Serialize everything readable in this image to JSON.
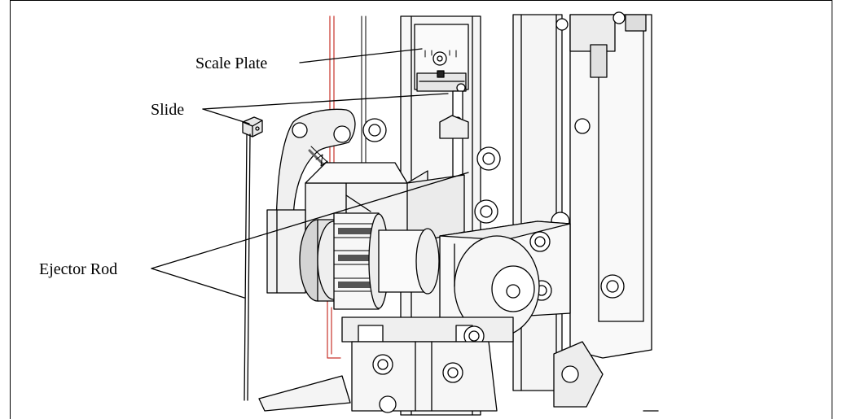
{
  "callouts": {
    "scale_plate": "Scale Plate",
    "slide": "Slide",
    "ejector_rod": "Ejector Rod"
  },
  "colors": {
    "line": "#000000",
    "fill_light": "#f2f2f2",
    "fill_mid": "#d9d9d9",
    "fill_dark": "#8c8c8c",
    "red_edge": "#c8322a"
  }
}
